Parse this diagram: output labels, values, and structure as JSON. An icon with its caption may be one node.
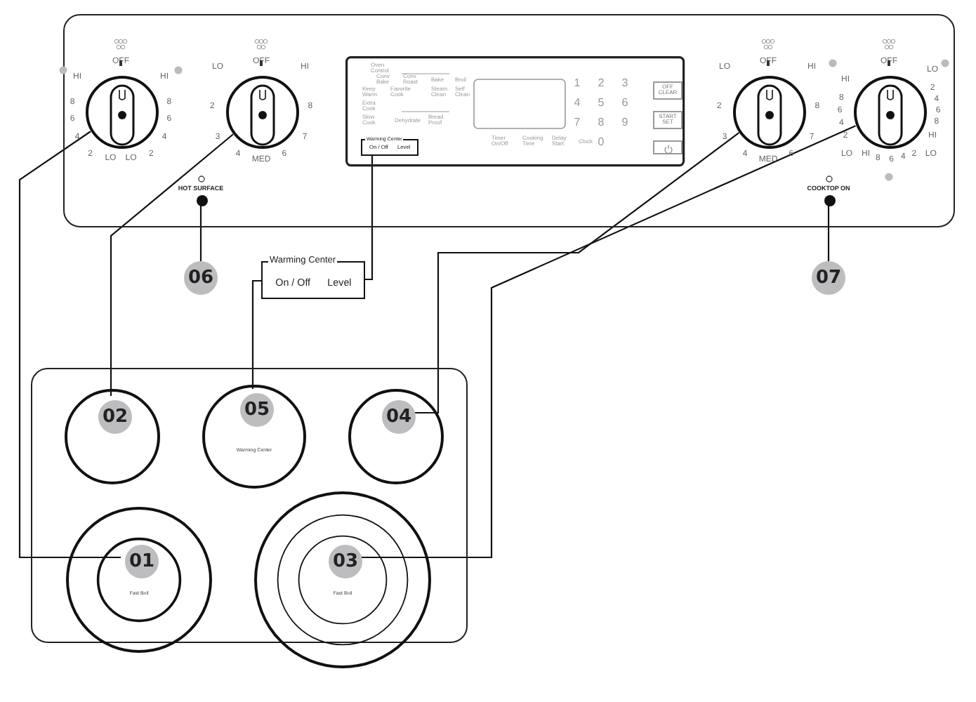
{
  "diagram": {
    "nodes": [
      {
        "text": [],
        "shape": "box"
      },
      {
        "text": [],
        "shape": "circle",
        "in": 0,
        "beside": [
          "OFF",
          "HI",
          "HI",
          "8",
          "8",
          "6",
          "6",
          "4",
          "4",
          "2",
          "2",
          "LO",
          "LO"
        ]
      },
      {
        "text": [],
        "shape": "circle",
        "in": 0,
        "beside": [
          "OFF",
          "LO",
          "HI",
          "2",
          "8",
          "3",
          "7",
          "4",
          "6",
          "MED"
        ]
      },
      {
        "text": [
          "Warming Center",
          "On / Off",
          "Level"
        ],
        "in": 0
      },
      {
        "text": [],
        "shape": "circle",
        "in": 0,
        "beside": [
          "OFF",
          "LO",
          "HI",
          "2",
          "8",
          "3",
          "7",
          "4",
          "6",
          "MED"
        ]
      },
      {
        "text": [],
        "shape": "circle",
        "in": 0,
        "beside": [
          "OFF",
          "LO",
          "2",
          "4",
          "6",
          "8",
          "HI",
          "LO",
          "2",
          "4",
          "6",
          "8",
          "HI",
          "LO",
          "2",
          "4",
          "6",
          "8",
          "HI"
        ]
      },
      {
        "text": [],
        "shape": "circle",
        "in": 0,
        "beside": [
          "HOT SURFACE"
        ]
      },
      {
        "text": [],
        "shape": "circle",
        "in": 0,
        "beside": [
          "COOKTOP ON"
        ]
      },
      {
        "text": [
          "06"
        ]
      },
      {
        "text": [
          "Warming Center",
          "On / Off",
          "Level"
        ]
      },
      {
        "text": [
          "07"
        ]
      },
      {
        "text": [],
        "shape": "box"
      },
      {
        "text": [],
        "shape": "circle",
        "in": 11
      },
      {
        "text": [
          "02"
        ],
        "in": 12
      },
      {
        "text": [
          "Warming Center"
        ],
        "in": 11
      },
      {
        "text": [
          "05"
        ],
        "in": 14
      },
      {
        "text": [],
        "shape": "circle",
        "in": 11
      },
      {
        "text": [
          "04"
        ],
        "in": 16
      },
      {
        "text": [
          "Fast Boil"
        ],
        "in": 11
      },
      {
        "text": [
          "01"
        ],
        "in": 18
      },
      {
        "text": [
          "Fast Boil"
        ],
        "in": 11
      },
      {
        "text": [
          "03"
        ],
        "in": 20
      },
      {
        "text": [
          "OFF CLEAR"
        ],
        "in": 0
      },
      {
        "text": [
          "START SET"
        ],
        "in": 0
      },
      {
        "text": [],
        "shape": "box",
        "in": 0
      }
    ],
    "edges": [
      {
        "from": 1,
        "to": 19,
        "arrow": "none"
      },
      {
        "from": 2,
        "to": 13,
        "arrow": "none"
      },
      {
        "from": 4,
        "to": 17,
        "arrow": "none"
      },
      {
        "from": 5,
        "to": 21,
        "arrow": "none"
      },
      {
        "from": 3,
        "to": 9,
        "arrow": "none"
      },
      {
        "from": 9,
        "to": 15,
        "arrow": "none"
      },
      {
        "from": 6,
        "to": 8,
        "arrow": "none"
      },
      {
        "from": 7,
        "to": 10,
        "arrow": "none"
      }
    ],
    "labels": [
      "Oven Control",
      "Conv Bake",
      "Conv Roast",
      "Bake",
      "Broil",
      "Keep Warm",
      "Favorite Cook",
      "Steam Clean",
      "Self Clean",
      "Extra Cook",
      "Slow Cook",
      "Dehydrate",
      "Bread Proof",
      "Timer On/Off",
      "Cooking Time",
      "Delay Start",
      "Clock",
      "1",
      "2",
      "3",
      "4",
      "5",
      "6",
      "7",
      "8",
      "9",
      "0"
    ]
  }
}
